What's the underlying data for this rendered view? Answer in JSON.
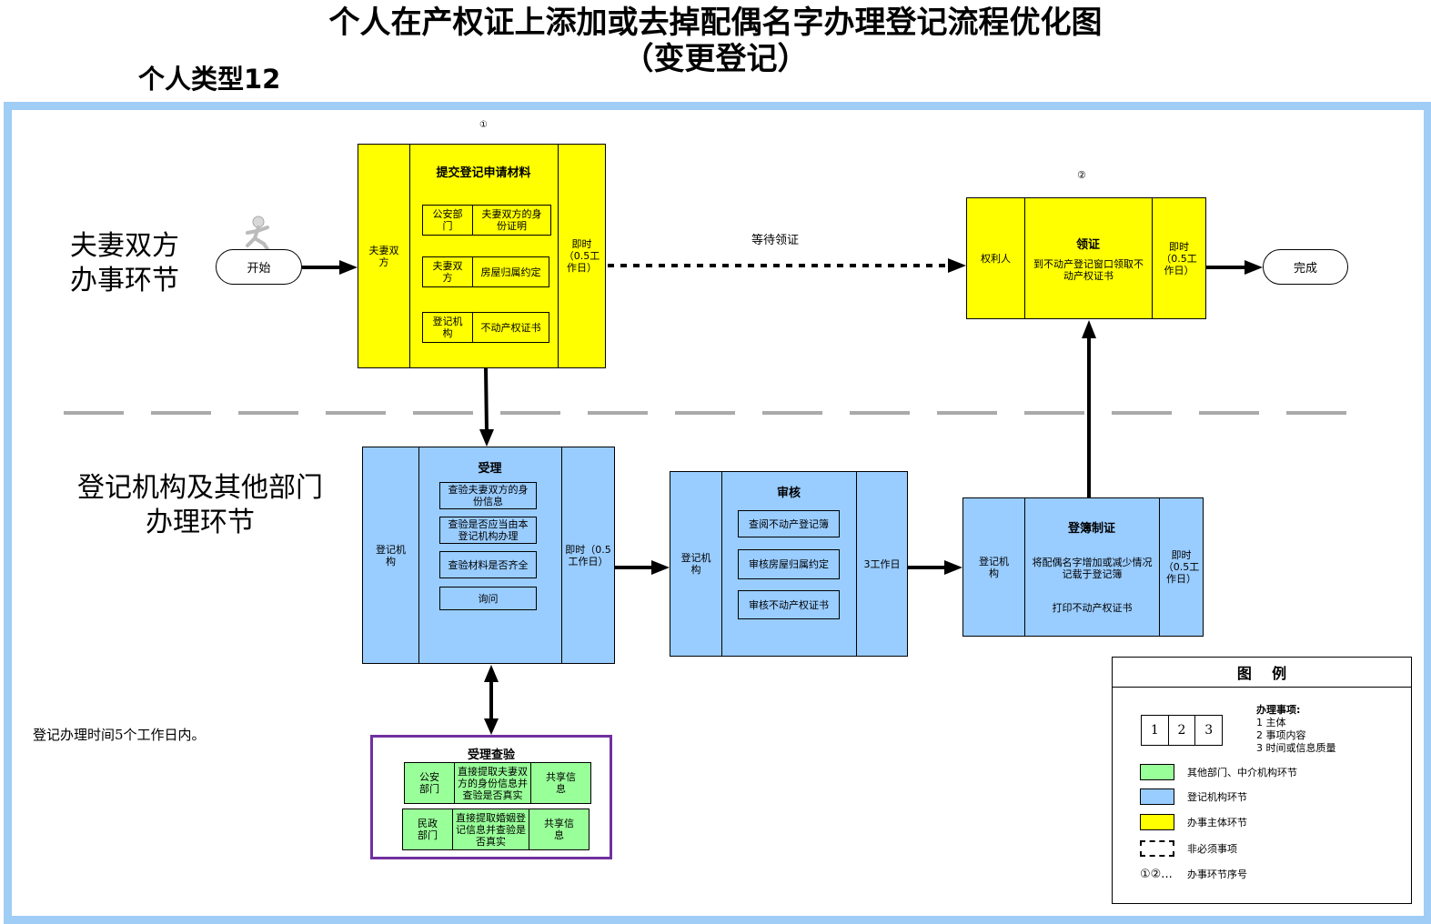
{
  "header": {
    "title_line1": "个人在产权证上添加或去掉配偶名字办理登记流程优化图",
    "title_line2": "（变更登记）",
    "type_label": "个人类型12"
  },
  "lanes": {
    "top_line1": "夫妻双方",
    "top_line2": "办事环节",
    "bottom_line1": "登记机构及其他部门",
    "bottom_line2": "办理环节"
  },
  "start_label": "开始",
  "end_label": "完成",
  "wait_label": "等待领证",
  "note": "登记办理时间5个工作日内。",
  "colors": {
    "yellow": "#ffff00",
    "blue": "#99ccff",
    "green": "#99ff99",
    "frame": "#9fcdf5",
    "purple": "#7030a0"
  },
  "step1": {
    "number": "①",
    "actor": "夫妻双方",
    "title": "提交登记申请材料",
    "time": "即时（0.5工作日）",
    "items": [
      {
        "source": "公安部门",
        "content": "夫妻双方的身份证明"
      },
      {
        "source": "夫妻双方",
        "content": "房屋归属约定"
      },
      {
        "source": "登记机构",
        "content": "不动产权证书"
      }
    ]
  },
  "step2": {
    "number": "②",
    "actor": "权利人",
    "title": "领证",
    "content": "到不动产登记窗口领取不动产权证书",
    "time": "即时（0.5工作日）"
  },
  "accept": {
    "actor": "登记机构",
    "title": "受理",
    "time": "即时（0.5工作日）",
    "items": [
      "查验夫妻双方的身份信息",
      "查验是否应当由本登记机构办理",
      "查验材料是否齐全",
      "询问"
    ]
  },
  "review": {
    "actor": "登记机构",
    "title": "审核",
    "time": "3工作日",
    "items": [
      "查阅不动产登记簿",
      "审核房屋归属约定",
      "审核不动产权证书"
    ]
  },
  "register": {
    "actor": "登记机构",
    "title": "登簿制证",
    "content1": "将配偶名字增加或减少情况记载于登记簿",
    "content2": "打印不动产权证书",
    "time": "即时（0.5工作日）"
  },
  "verify": {
    "title": "受理查验",
    "rows": [
      {
        "dept": "公安部门",
        "content": "直接提取夫妻双方的身份信息并查验是否真实",
        "share": "共享信息"
      },
      {
        "dept": "民政部门",
        "content": "直接提取婚姻登记信息并查验是否真实",
        "share": "共享信息"
      }
    ]
  },
  "legend": {
    "title": "图    例",
    "cells": [
      "1",
      "2",
      "3"
    ],
    "matters_title": "办理事项:",
    "matters": [
      "1 主体",
      "2 事项内容",
      "3 时间或信息质量"
    ],
    "green_label": "其他部门、中介机构环节",
    "blue_label": "登记机构环节",
    "yellow_label": "办事主体环节",
    "dashed_label": "非必须事项",
    "seq_symbol": "①②...",
    "seq_label": "办事环节序号"
  }
}
